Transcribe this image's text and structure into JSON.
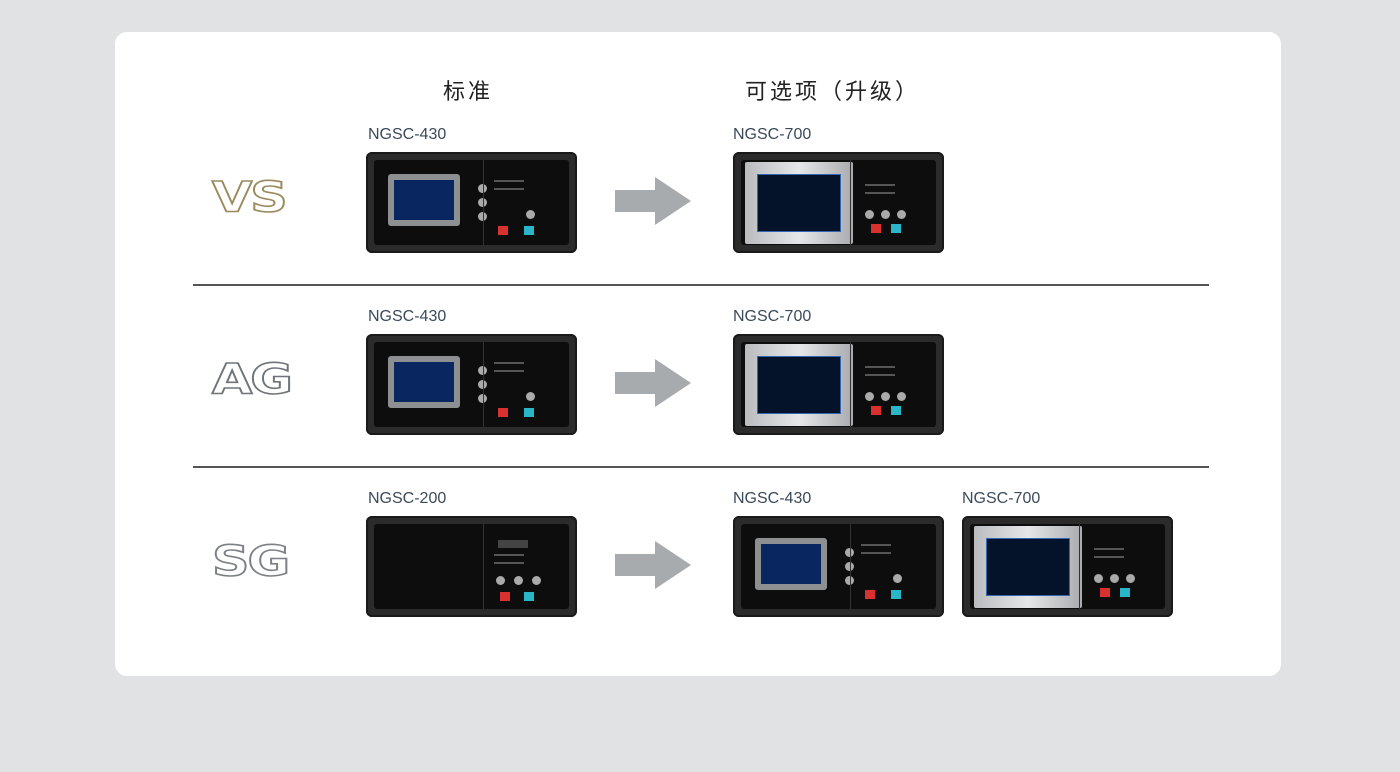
{
  "headers": {
    "standard": "标准",
    "optional": "可选项（升级）"
  },
  "rows": [
    {
      "logo": "VS",
      "logo_color": "#9a8a5e",
      "standard": {
        "model": "NGSC-430"
      },
      "upgrades": [
        {
          "model": "NGSC-700"
        }
      ]
    },
    {
      "logo": "AG",
      "logo_color": "#6f747a",
      "standard": {
        "model": "NGSC-430"
      },
      "upgrades": [
        {
          "model": "NGSC-700"
        }
      ]
    },
    {
      "logo": "SG",
      "logo_color": "#7d8186",
      "standard": {
        "model": "NGSC-200"
      },
      "upgrades": [
        {
          "model": "NGSC-430"
        },
        {
          "model": "NGSC-700"
        }
      ]
    }
  ],
  "colors": {
    "arrow": "#a8abae",
    "background": "#e1e2e4",
    "card": "#ffffff"
  }
}
